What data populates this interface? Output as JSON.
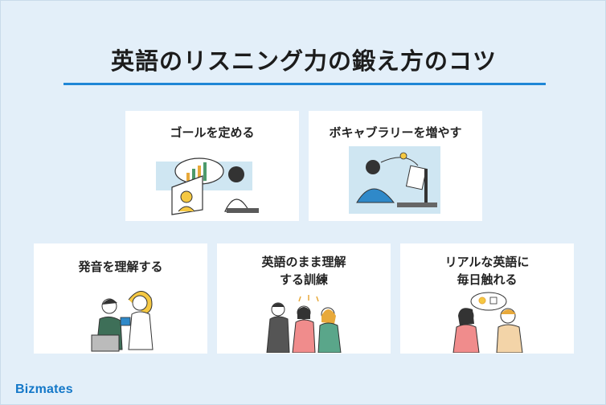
{
  "title": "英語のリスニング力の鍛え方のコツ",
  "cards": [
    {
      "lines": [
        "ゴールを定める"
      ]
    },
    {
      "lines": [
        "ボキャブラリーを増やす"
      ]
    },
    {
      "lines": [
        "発音を理解する"
      ]
    },
    {
      "lines": [
        "英語のまま理解",
        "する訓練"
      ]
    },
    {
      "lines": [
        "リアルな英語に",
        "毎日触れる"
      ]
    }
  ],
  "logo": "Bizmates",
  "colors": {
    "background": "#e3eff9",
    "accent": "#1f86d6",
    "card": "#ffffff",
    "logo": "#1478c8"
  }
}
